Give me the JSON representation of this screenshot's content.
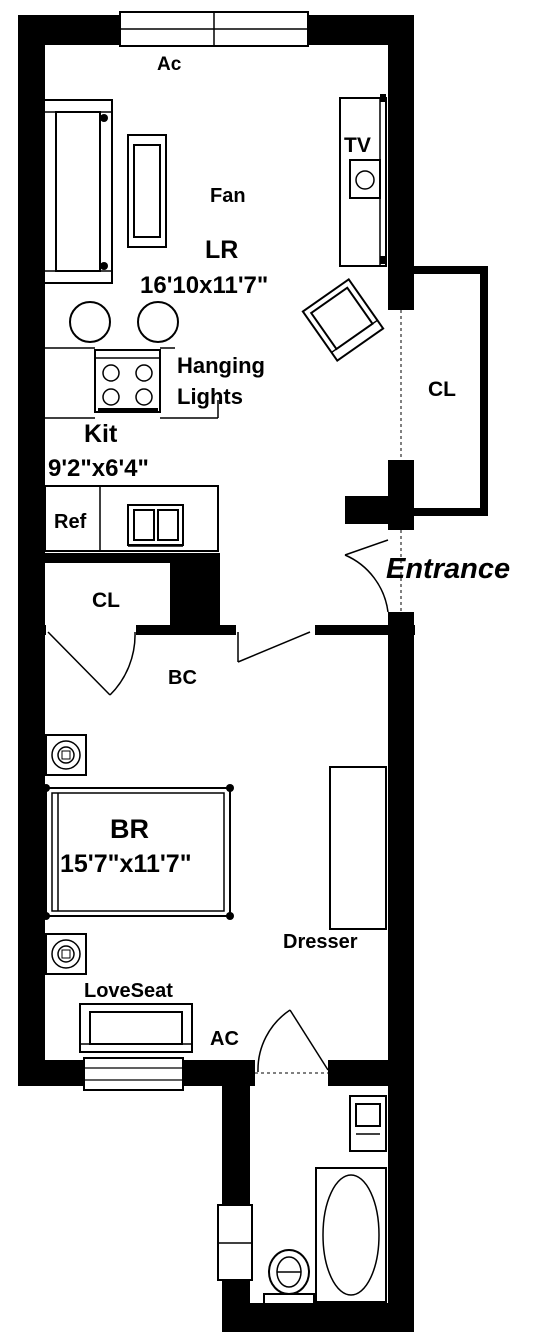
{
  "labels": {
    "ac_top": "Ac",
    "tv": "TV",
    "fan": "Fan",
    "living_room_name": "LR",
    "living_room_size": "16'10x11'7\"",
    "hanging_lights_1": "Hanging",
    "hanging_lights_2": "Lights",
    "kitchen_name": "Kit",
    "kitchen_size": "9'2\"x6'4\"",
    "closet_entry": "CL",
    "entrance": "Entrance",
    "ref": "Ref",
    "closet_hall": "CL",
    "bc": "BC",
    "bedroom_name": "BR",
    "bedroom_size": "15'7\"x11'7\"",
    "dresser": "Dresser",
    "loveseat": "LoveSeat",
    "ac_bedroom": "AC"
  }
}
